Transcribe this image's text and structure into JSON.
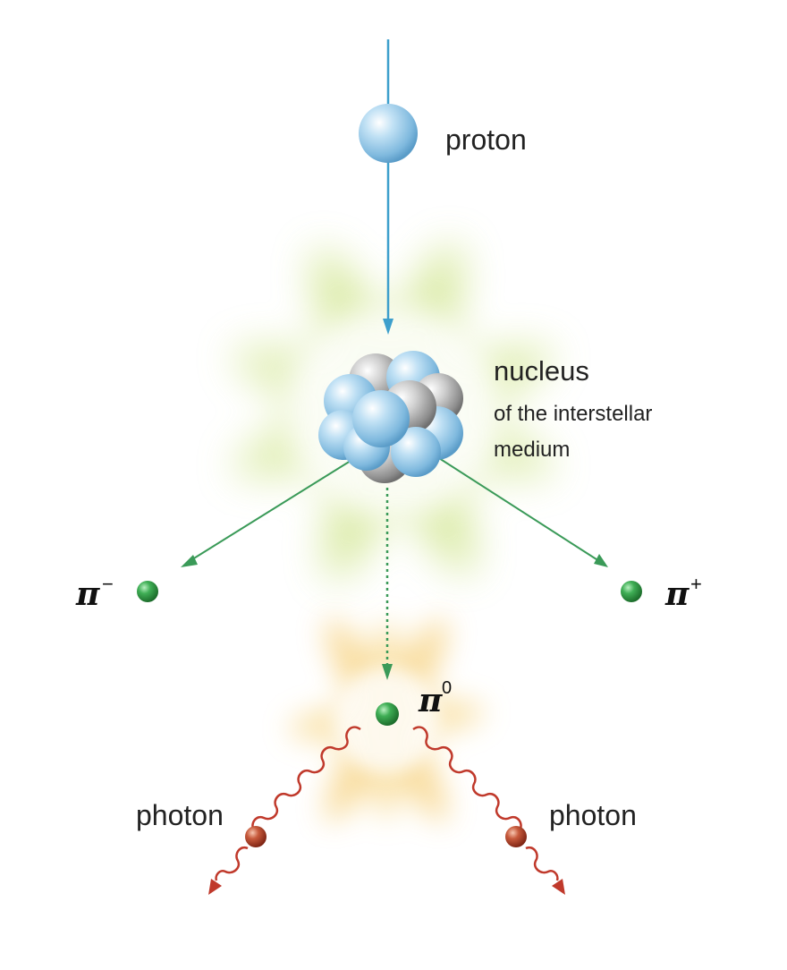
{
  "labels": {
    "proton": "proton",
    "nucleus": "nucleus",
    "nucleus_desc_1": "of the interstellar",
    "nucleus_desc_2": "medium",
    "pi_symbol": "π",
    "pi_minus_sup": "−",
    "pi_plus_sup": "+",
    "pi_zero_sup": "0",
    "photon_left": "photon",
    "photon_right": "photon"
  },
  "colors": {
    "proton": "#9ccbe8",
    "proton_line": "#3d9fcc",
    "neutron": "#a9a9a9",
    "pion": "#2e8b3c",
    "pion_line": "#3a9a58",
    "photon": "#c0392b",
    "green_glow": "#c8df7a",
    "orange_glow": "#f5cf7a"
  }
}
